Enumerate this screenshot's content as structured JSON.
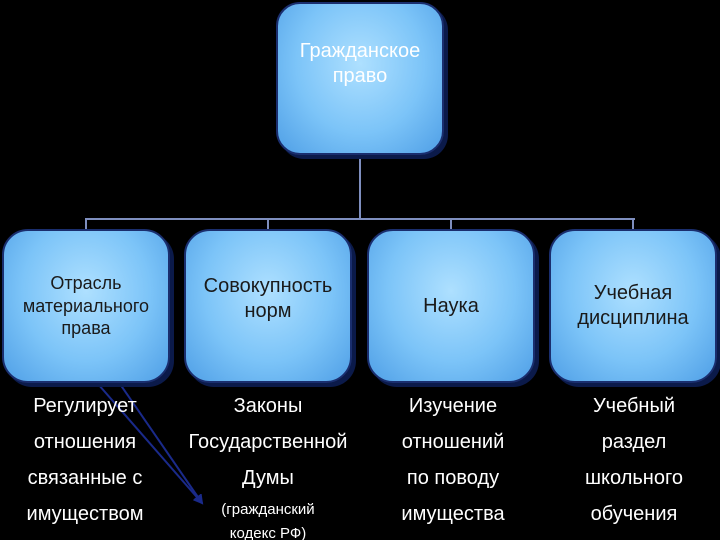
{
  "root": {
    "label_lines": [
      "Гражданское",
      "право"
    ]
  },
  "children": [
    {
      "label_lines": [
        "Отрасль",
        "материального",
        "права"
      ],
      "desc_lines": [
        "Регулирует",
        "отношения",
        "связанные с",
        "имуществом"
      ]
    },
    {
      "label_lines": [
        "Совокупность",
        "норм"
      ],
      "desc_lines": [
        "Законы",
        "Государственной",
        "Думы"
      ],
      "note_lines": [
        "(гражданский",
        "кодекс РФ)"
      ]
    },
    {
      "label_lines": [
        "Наука"
      ],
      "desc_lines": [
        "Изучение",
        "отношений",
        "по поводу",
        "имущества"
      ]
    },
    {
      "label_lines": [
        "Учебная",
        "дисциплина"
      ],
      "desc_lines": [
        "Учебный",
        "раздел",
        "школьного",
        "обучения"
      ]
    }
  ],
  "colors": {
    "background": "#000000",
    "node_fill": "#7cc4f8",
    "node_border": "#1a2e6e",
    "connector": "#7f8fbf",
    "arrow": "#1a2a8a",
    "desc_text": "#ffffff"
  }
}
